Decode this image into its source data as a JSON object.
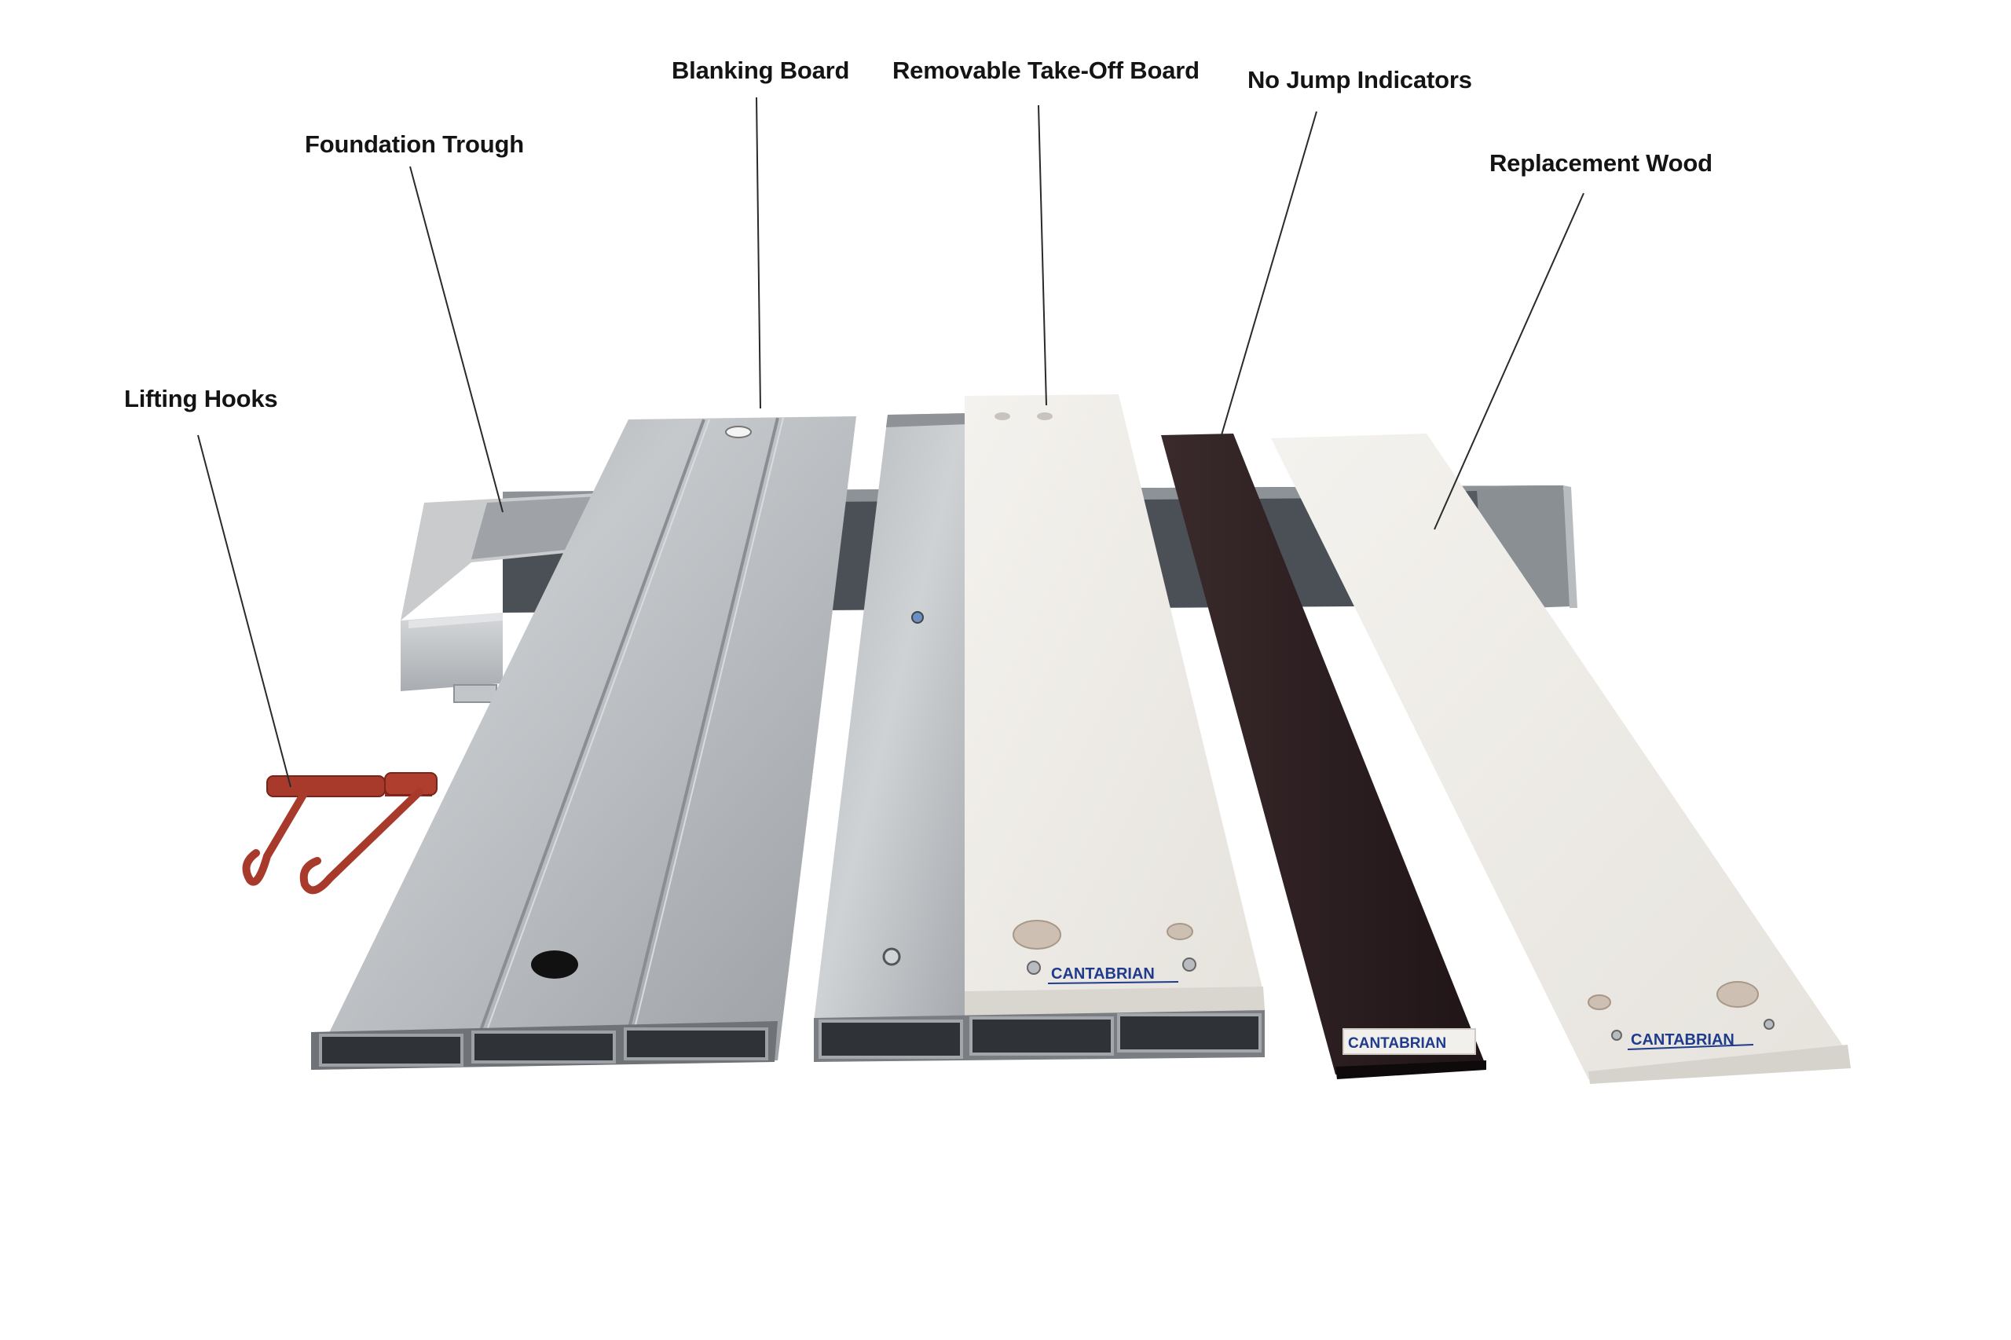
{
  "callouts": {
    "lifting_hooks": "Lifting Hooks",
    "foundation_trough": "Foundation Trough",
    "blanking_board": "Blanking Board",
    "removable_take_off_board": "Removable Take-Off Board",
    "no_jump_indicators": "No Jump Indicators",
    "replacement_wood": "Replacement Wood"
  },
  "brand": {
    "name": "CANTABRIAN"
  },
  "colors": {
    "steel": "#b9bcbf",
    "steel_dark": "#8e9296",
    "board_white": "#f1efea",
    "plasticine_dark": "#2b1c1e",
    "hook_red": "#a83a2c",
    "brand_blue": "#1f3c8c",
    "leader_line": "#2a2a2a"
  }
}
